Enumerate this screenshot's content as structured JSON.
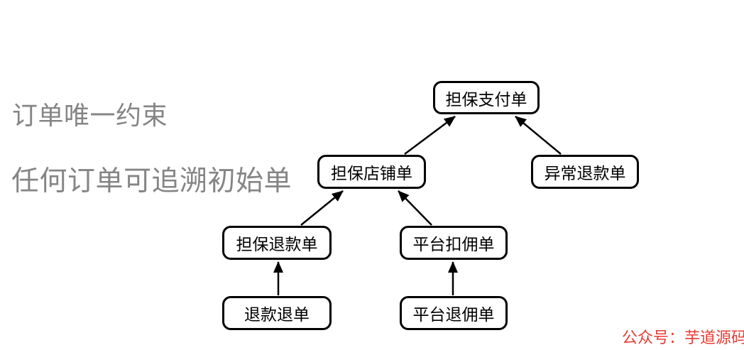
{
  "notes": {
    "line1": "订单唯一约束",
    "line2": "任何订单可追溯初始单"
  },
  "watermark": {
    "text": "公众号：芋道源码"
  },
  "colors": {
    "note_text": "#858585",
    "watermark_text": "#ea3b33",
    "node_border": "#000000",
    "node_fill": "#ffffff",
    "edge_stroke": "#000000"
  },
  "diagram": {
    "nodes": [
      {
        "id": "guarantee-payment-order",
        "label": "担保支付单"
      },
      {
        "id": "guarantee-shop-order",
        "label": "担保店铺单"
      },
      {
        "id": "abnormal-refund-order",
        "label": "异常退款单"
      },
      {
        "id": "guarantee-refund-order",
        "label": "担保退款单"
      },
      {
        "id": "platform-commission-deduction-order",
        "label": "平台扣佣单"
      },
      {
        "id": "refund-chargeback-order",
        "label": "退款退单"
      },
      {
        "id": "platform-commission-refund-order",
        "label": "平台退佣单"
      }
    ],
    "edges": [
      {
        "from": "担保店铺单",
        "to": "担保支付单"
      },
      {
        "from": "异常退款单",
        "to": "担保支付单"
      },
      {
        "from": "担保退款单",
        "to": "担保店铺单"
      },
      {
        "from": "平台扣佣单",
        "to": "担保店铺单"
      },
      {
        "from": "退款退单",
        "to": "担保退款单"
      },
      {
        "from": "平台退佣单",
        "to": "平台扣佣单"
      }
    ]
  }
}
